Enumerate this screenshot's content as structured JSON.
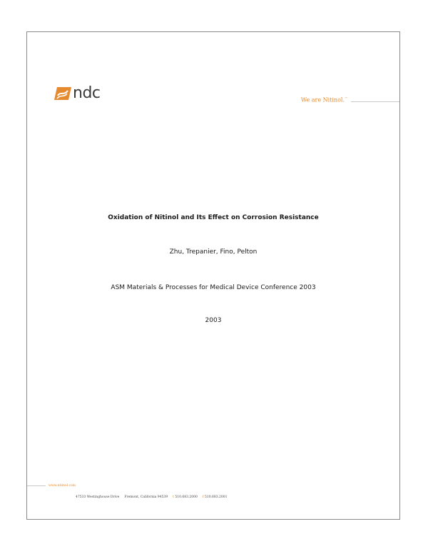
{
  "header": {
    "logo_text": "ndc",
    "tagline": "We are Nitinol.",
    "tagline_mark": "™"
  },
  "document": {
    "title": "Oxidation of Nitinol and Its Effect on Corrosion Resistance",
    "authors": "Zhu, Trepanier, Fino, Pelton",
    "conference": "ASM Materials & Processes for Medical Device Conference 2003",
    "year": "2003"
  },
  "footer": {
    "url": "www.nitinol.com",
    "address": "47533 Westinghouse Drive",
    "city": "Fremont, California 94539",
    "phone_label": "t",
    "phone": "510.683.2000",
    "fax_label": "f",
    "fax": "510.683.2001"
  },
  "colors": {
    "brand_orange": "#e58a2e",
    "text_dark": "#1a1a1a"
  }
}
